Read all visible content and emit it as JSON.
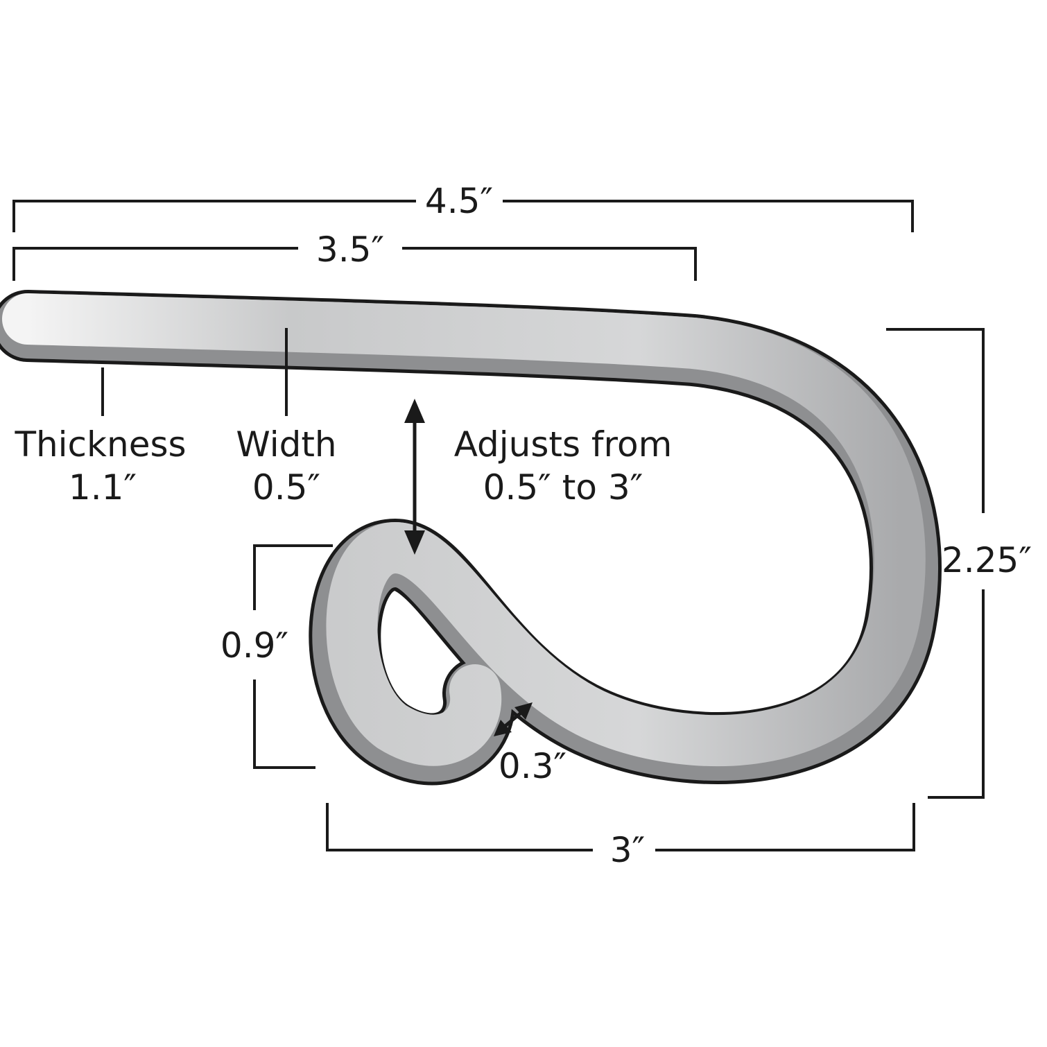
{
  "labels": {
    "overall_length": "4.5″",
    "top_length": "3.5″",
    "thickness_title": "Thickness",
    "thickness_value": "1.1″",
    "width_title": "Width",
    "width_value": "0.5″",
    "adjust_line1": "Adjusts from",
    "adjust_line2": "0.5″ to 3″",
    "height": "2.25″",
    "curl_height": "0.9″",
    "gap": "0.3″",
    "bottom_length": "3″"
  },
  "colors": {
    "line": "#1a1a1a",
    "strip": "#c9cacb",
    "edge": "#8e8f91"
  }
}
